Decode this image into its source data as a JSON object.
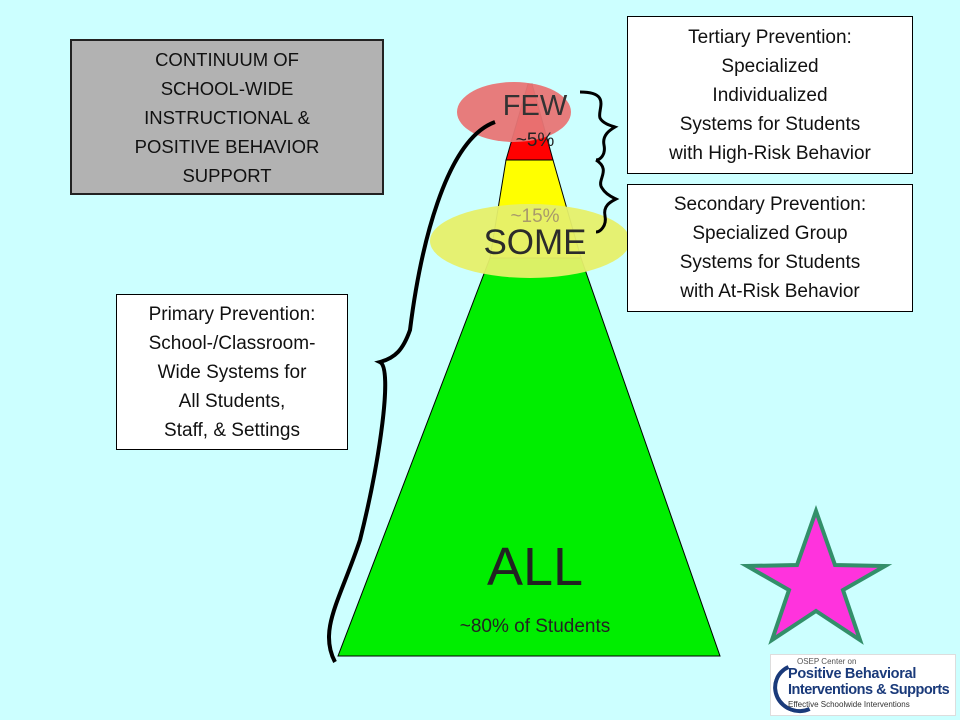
{
  "title_box": {
    "lines": [
      "CONTINUUM OF",
      "SCHOOL-WIDE",
      "INSTRUCTIONAL &",
      "POSITIVE BEHAVIOR",
      "SUPPORT"
    ]
  },
  "tertiary_box": {
    "lines": [
      "Tertiary Prevention:",
      "Specialized",
      "Individualized",
      "Systems for Students",
      "with High-Risk Behavior"
    ]
  },
  "secondary_box": {
    "lines": [
      "Secondary Prevention:",
      "Specialized Group",
      "Systems for Students",
      "with At-Risk Behavior"
    ]
  },
  "primary_box": {
    "lines": [
      "Primary Prevention:",
      "School-/Classroom-",
      "Wide Systems for",
      "All Students,",
      "Staff, & Settings"
    ]
  },
  "pyramid": {
    "tiers": [
      {
        "name": "FEW",
        "percent": "~5%",
        "color": "#ff0000"
      },
      {
        "name": "SOME",
        "percent": "~15%",
        "color": "#ffff00"
      },
      {
        "name": "ALL",
        "percent": "~80% of Students",
        "color": "#00ee00"
      }
    ],
    "few_highlight_color": "#e87575",
    "some_highlight_color": "#e6f06a"
  },
  "star_color": "#ff33dd",
  "logo": {
    "line1": "OSEP Center on",
    "line2": "Positive Behavioral",
    "line3": "Interventions & Supports",
    "line4": "Effective Schoolwide Interventions"
  }
}
